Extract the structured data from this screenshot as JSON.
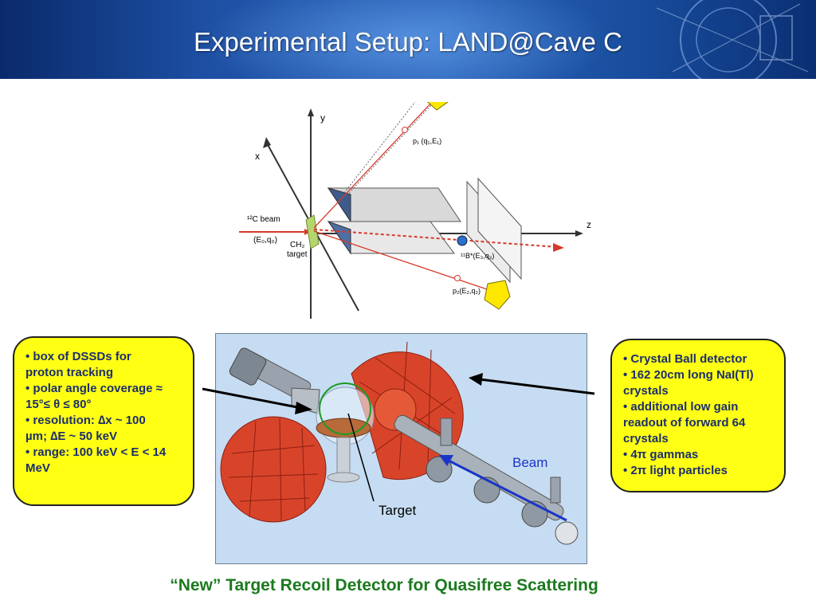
{
  "slide": {
    "title": "Experimental Setup: LAND@Cave C",
    "caption": "“New” Target Recoil Detector for Quasifree Scattering"
  },
  "diagram": {
    "axis_y": "y",
    "axis_x": "x",
    "axis_z": "z",
    "beam_label": "¹²C beam",
    "beam_params": "(E₀,q₀)",
    "target_label_1": "CH₂",
    "target_label_2": "target",
    "p1_label": "p₁ (q₁,E₁)",
    "p2_label": "p₂(E₂,q₂)",
    "b_label": "¹¹B*(E₃,q₃)"
  },
  "left_callout": {
    "lines": [
      "• box of DSSDs for",
      "proton tracking",
      "• polar angle coverage ≈",
      "15°≤ θ ≤ 80°",
      "• resolution: ∆x ~ 100",
      "µm; ∆E ~ 50 keV",
      "• range: 100 keV < E < 14",
      "MeV"
    ]
  },
  "right_callout": {
    "lines": [
      "• Crystal Ball detector",
      "• 162 20cm long NaI(Tl)",
      "crystals",
      "• additional low gain",
      "readout of forward 64",
      "crystals",
      "• 4π gammas",
      "• 2π light particles"
    ]
  },
  "photo": {
    "target_label": "Target",
    "beam_label": "Beam"
  },
  "colors": {
    "callout_fill": "#ffff14",
    "callout_text": "#1c2e6b",
    "caption": "#1b7a1e",
    "beam_arrow": "#1a35c7",
    "crystal_ball": "#d8442a"
  }
}
